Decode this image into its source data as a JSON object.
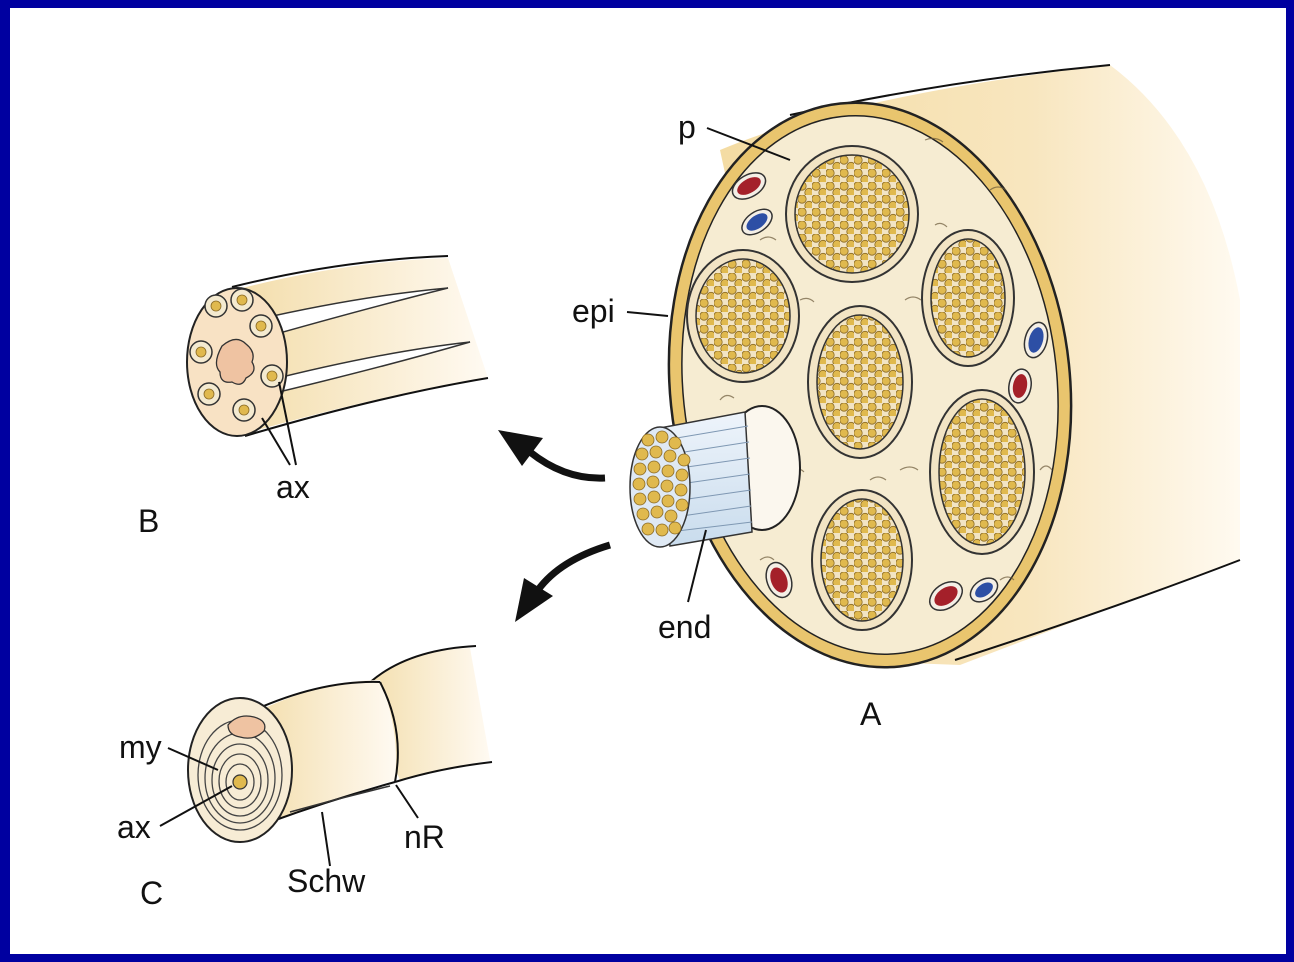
{
  "labels": {
    "p": "p",
    "epi": "epi",
    "end": "end",
    "ax_b": "ax",
    "ax_c": "ax",
    "my": "my",
    "schw": "Schw",
    "nr": "nR",
    "panel_a": "A",
    "panel_b": "B",
    "panel_c": "C"
  },
  "colors": {
    "border": "#0000a0",
    "nerve_body": "#f7e3b4",
    "nerve_face": "#f6ecd2",
    "epineurium_rim": "#e9c56e",
    "axon_dot": "#e0b94e",
    "artery": "#a4202a",
    "vein": "#2d4fa5",
    "arrow": "#111111"
  },
  "icons": [
    "arrow-to-b-icon",
    "arrow-to-c-icon"
  ]
}
